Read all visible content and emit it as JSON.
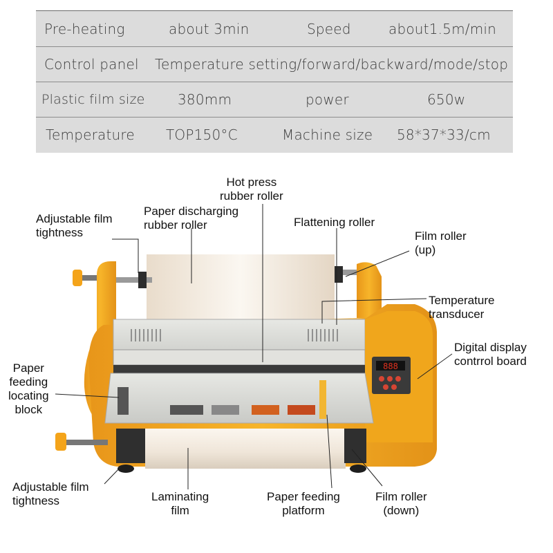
{
  "spec_table": {
    "rows": [
      {
        "label": "Pre-heating",
        "value": "about 3min",
        "label2": "Speed",
        "value2": "about1.5m/min"
      },
      {
        "label": "Control panel",
        "value": "Temperature setting/forward/backward/mode/stop"
      },
      {
        "label": "Plastic film size",
        "value": "380mm",
        "label2": "power",
        "value2": "650w"
      },
      {
        "label": "Temperature",
        "value": "TOP150°C",
        "label2": "Machine size",
        "value2": "58*37*33/cm"
      }
    ]
  },
  "diagram_labels": {
    "hot_press_roller": "Hot press\nrubber roller",
    "paper_discharging_roller": "Paper discharging\nrubber roller",
    "adjustable_film_tightness_top": "Adjustable film\ntightness",
    "flattening_roller": "Flattening roller",
    "film_roller_up": "Film roller\n(up)",
    "temperature_transducer": "Temperature\ntransducer",
    "digital_display": "Digital display\ncontrrol board",
    "paper_feeding_block": "Paper\nfeeding\nlocating\nblock",
    "adjustable_film_tightness_bottom": "Adjustable film\ntightness",
    "laminating_film": "Laminating\nfilm",
    "paper_feeding_platform": "Paper feeding\nplatform",
    "film_roller_down": "Film roller\n(down)"
  },
  "display_readout": "888",
  "colors": {
    "machine_yellow": "#f3a81d",
    "body_grey": "#d9dad6",
    "roller_white": "#f4ece2",
    "table_bg": "#dcdcdc"
  }
}
